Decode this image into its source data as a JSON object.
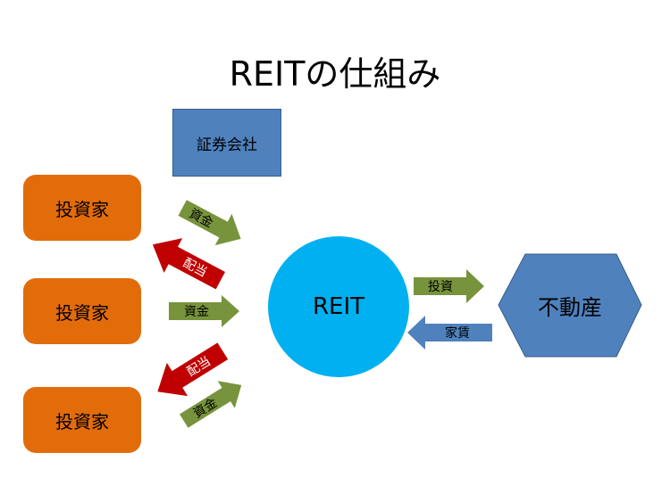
{
  "title": "REITの仕組み",
  "nodes": {
    "broker": "証券会社",
    "investors": [
      "投資家",
      "投資家",
      "投資家"
    ],
    "reit": "REIT",
    "property": "不動産"
  },
  "arrows": {
    "capital_1": "資金",
    "dividend_1": "配当",
    "capital_2": "資金",
    "dividend_2": "配当",
    "capital_3": "資金",
    "investment": "投資",
    "rent": "家賃"
  },
  "colors": {
    "investor": "#e36c0a",
    "broker": "#4f81bd",
    "reit": "#00b0f0",
    "property": "#4f81bd",
    "capital_arrow": "#77933c",
    "dividend_arrow": "#c00000",
    "rent_arrow": "#4f81bd"
  }
}
